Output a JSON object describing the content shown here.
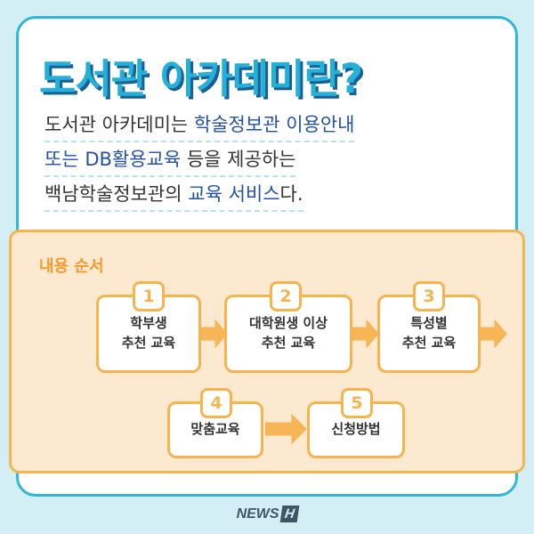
{
  "headline": "도서관 아카데미란?",
  "description": {
    "line1": {
      "a": "도서관 아카데미는 ",
      "b": "학술정보관 이용안내"
    },
    "line2": {
      "a": "또는 DB활용교육",
      "b": " 등을 제공하는"
    },
    "line3": {
      "a": "백남학술정보관의 ",
      "b": "교육 서비스",
      "c": "다."
    }
  },
  "process": {
    "label": "내용 순서",
    "steps": [
      {
        "number": "1",
        "label": "학부생\n추천 교육"
      },
      {
        "number": "2",
        "label": "대학원생 이상\n추천 교육"
      },
      {
        "number": "3",
        "label": "특성별\n추천 교육"
      },
      {
        "number": "4",
        "label": "맞춤교육"
      },
      {
        "number": "5",
        "label": "신청방법"
      }
    ]
  },
  "footer": {
    "news": "NEWS",
    "h": "H"
  },
  "colors": {
    "background": "#d3eef5",
    "accent_blue": "#25b0d8",
    "shadow_navy": "#1b5d95",
    "highlight_text": "#2351a5",
    "orange_border": "#f6b44f",
    "orange_fill": "#fde9cf",
    "orange_label": "#f29a2c",
    "arrow": "#f8b556"
  }
}
